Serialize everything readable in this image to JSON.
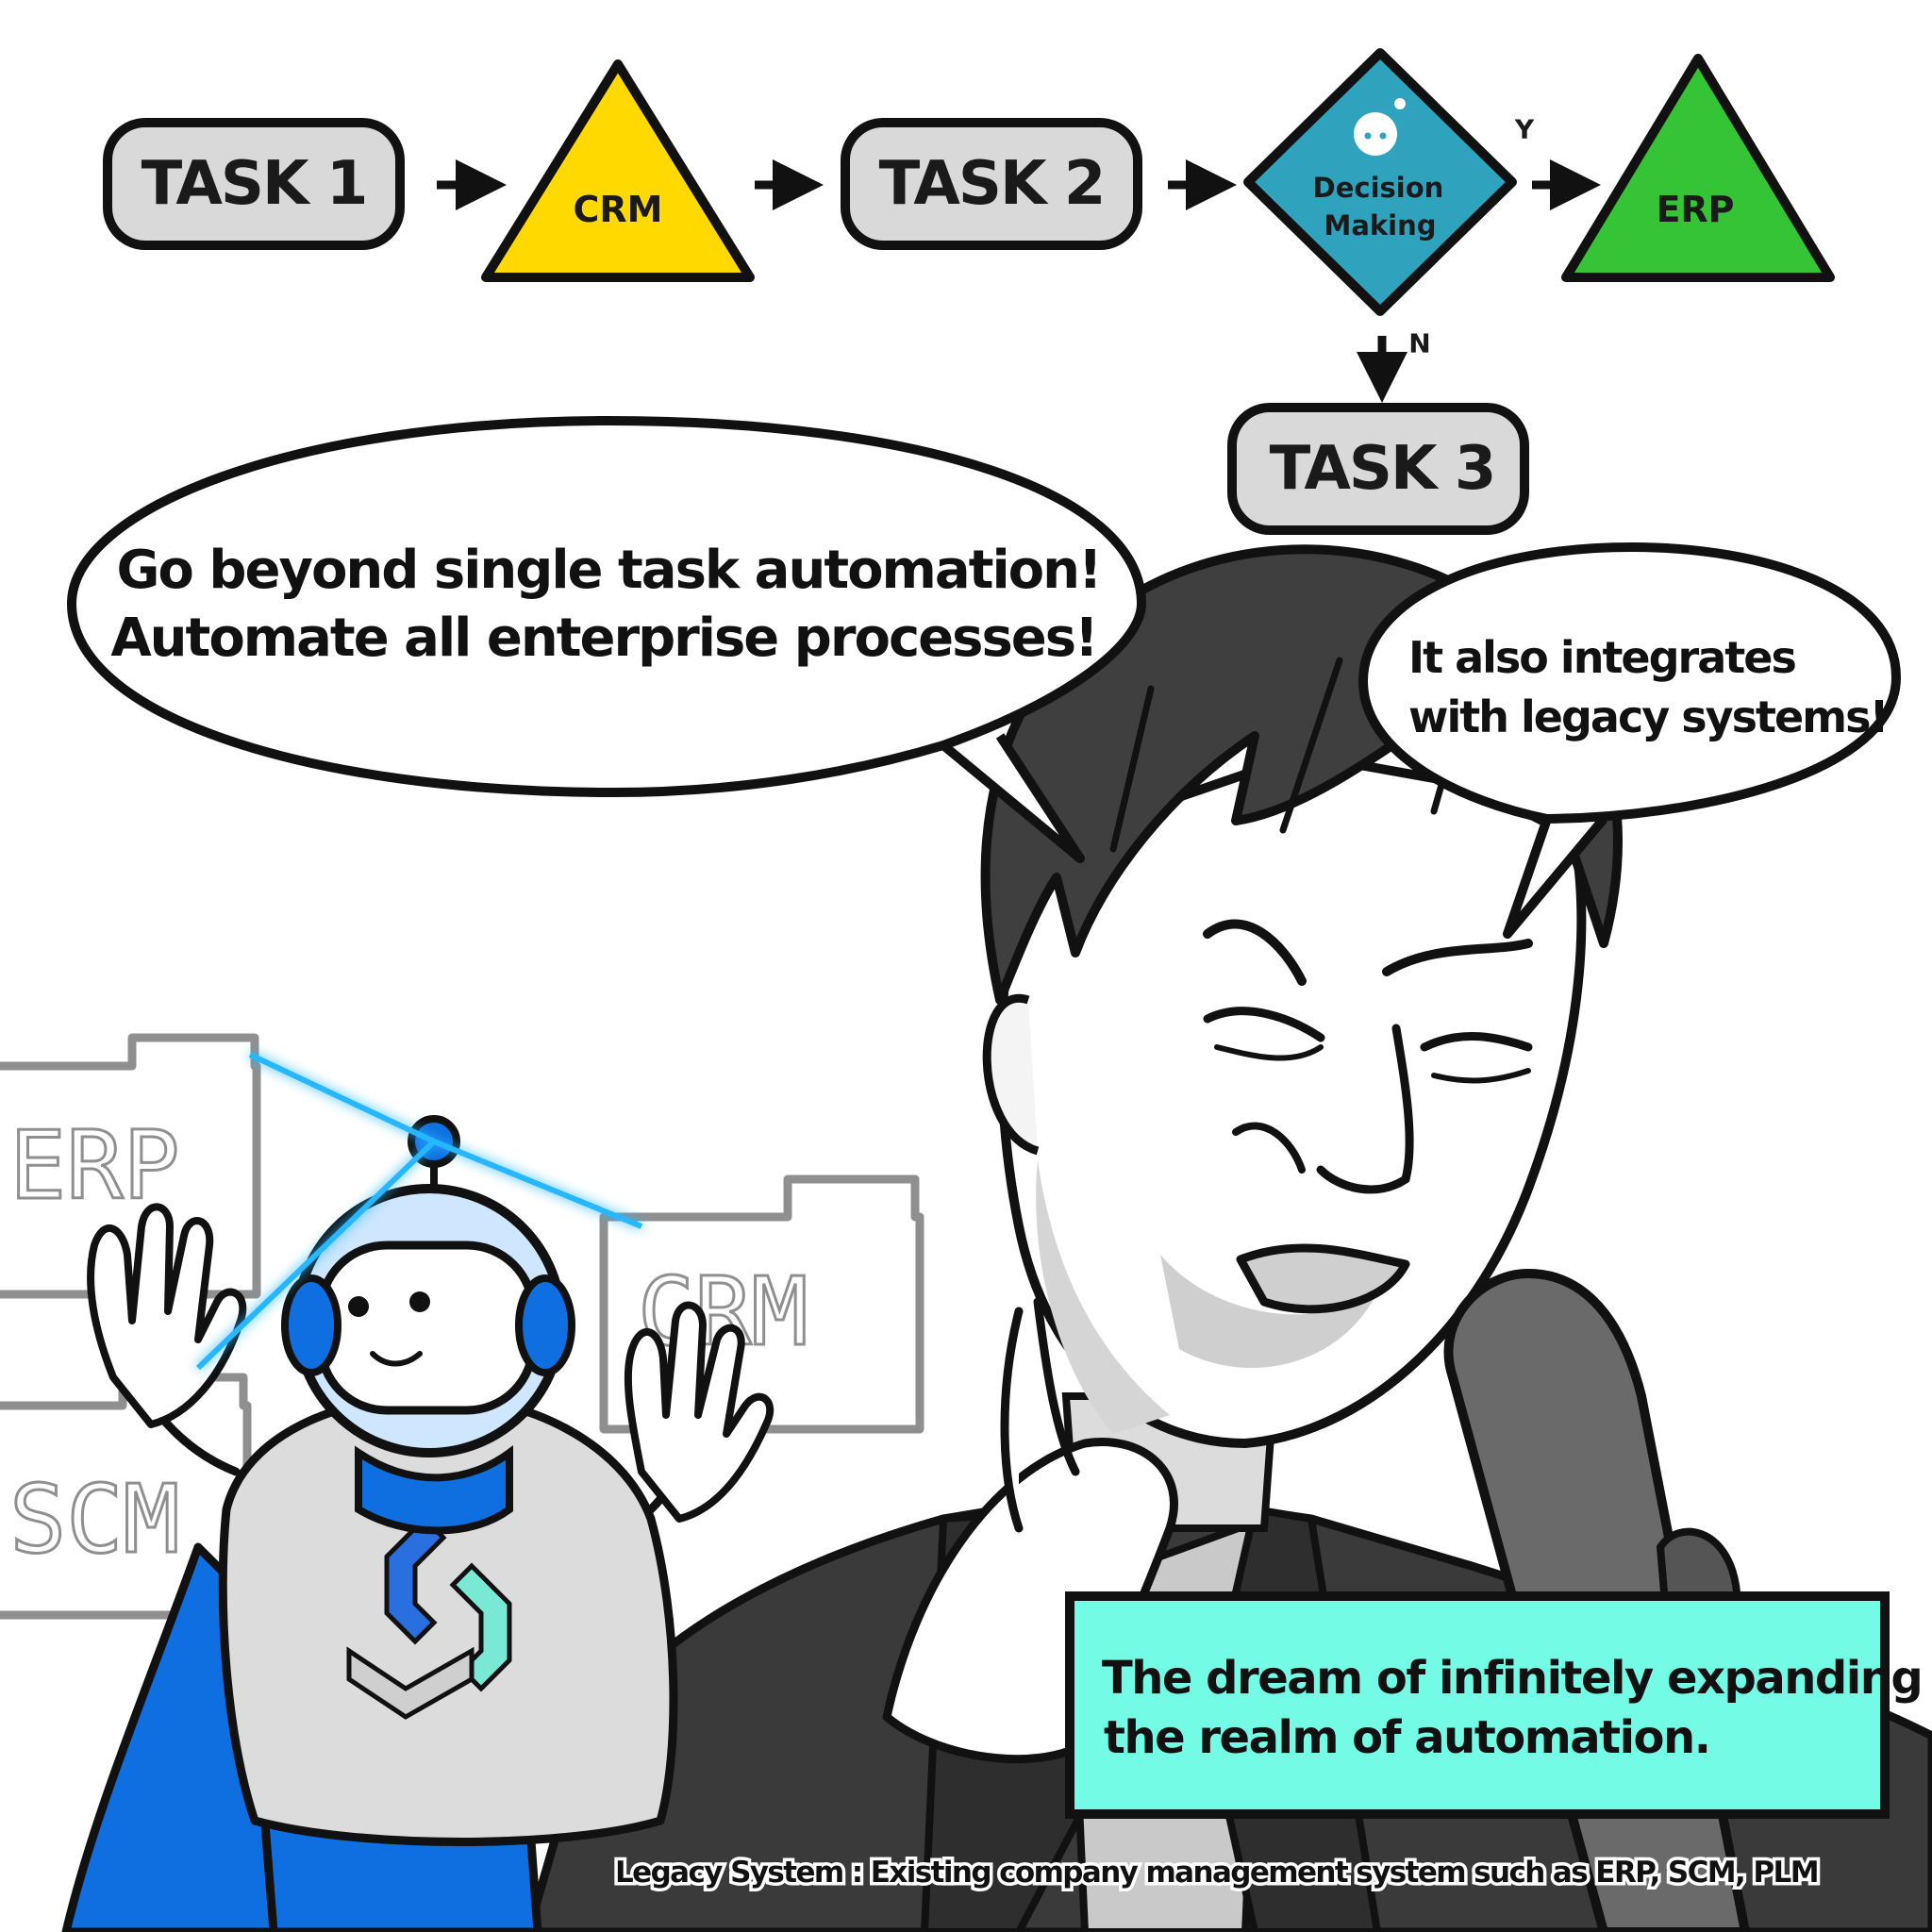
{
  "flowchart": {
    "task1": "TASK 1",
    "crm": "CRM",
    "task2": "TASK 2",
    "decision_line1": "Decision",
    "decision_line2": "Making",
    "yes_label": "Y",
    "erp": "ERP",
    "no_label": "N",
    "task3": "TASK 3"
  },
  "bubbles": {
    "main_line1": "Go beyond single task automation!",
    "main_line2": "Automate all enterprise processes!",
    "side_line1": "It also integrates",
    "side_line2": "with legacy systems!"
  },
  "folders": {
    "erp": "ERP",
    "crm": "CRM",
    "scm": "SCM"
  },
  "caption": {
    "line1": "The dream of infinitely expanding",
    "line2": "the realm of automation."
  },
  "footnote": "Legacy System : Existing company management system such as ERP, SCM, PLM",
  "colors": {
    "node_gray": "#d9d9d9",
    "crm_yellow": "#ffd900",
    "decision_teal": "#2fa3bd",
    "erp_green": "#35c435",
    "caption_mint": "#74fbe6",
    "robot_blue": "#0f6fe0",
    "laser_blue": "#27b7ff"
  }
}
